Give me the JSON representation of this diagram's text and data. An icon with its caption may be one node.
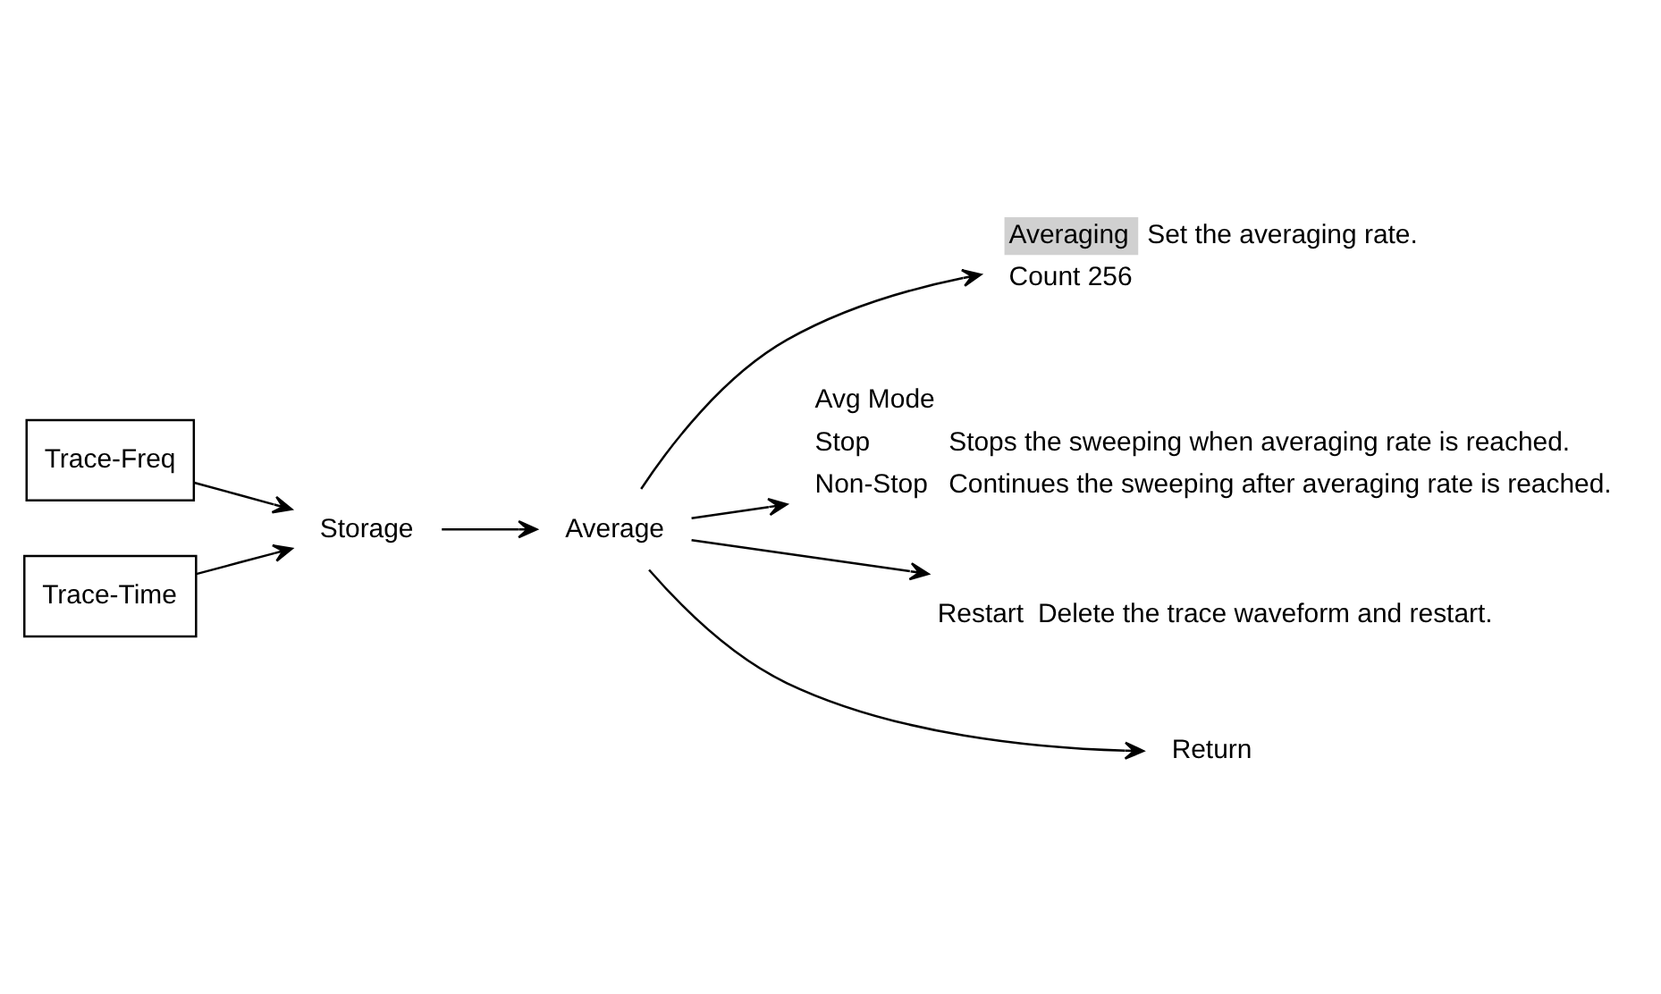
{
  "diagram": {
    "nodes": [
      {
        "text": [
          "Trace-Freq"
        ]
      },
      {
        "text": [
          "Trace-Time"
        ]
      },
      {
        "text": [
          "Storage"
        ]
      },
      {
        "text": [
          "Average"
        ]
      },
      {
        "text": [
          "Averaging",
          "Count 256"
        ],
        "beside": [
          "Set the averaging rate."
        ]
      },
      {
        "text": [
          "Avg Mode",
          "Stop",
          "Non-Stop"
        ],
        "beside": [
          "Stops the sweeping when averaging rate is reached.",
          "Continues the sweeping after averaging rate is reached."
        ]
      },
      {
        "text": [
          "Restart"
        ],
        "beside": [
          "Delete the trace waveform and restart."
        ]
      },
      {
        "text": [
          "Return"
        ]
      }
    ],
    "edges": [
      {
        "from": 0,
        "to": 2,
        "arrow": "to"
      },
      {
        "from": 1,
        "to": 2,
        "arrow": "to"
      },
      {
        "from": 2,
        "to": 3,
        "arrow": "to"
      },
      {
        "from": 3,
        "to": 4,
        "arrow": "to"
      },
      {
        "from": 3,
        "to": 5,
        "arrow": "to"
      },
      {
        "from": 3,
        "to": 6,
        "arrow": "to"
      },
      {
        "from": 3,
        "to": 7,
        "arrow": "to"
      }
    ]
  }
}
